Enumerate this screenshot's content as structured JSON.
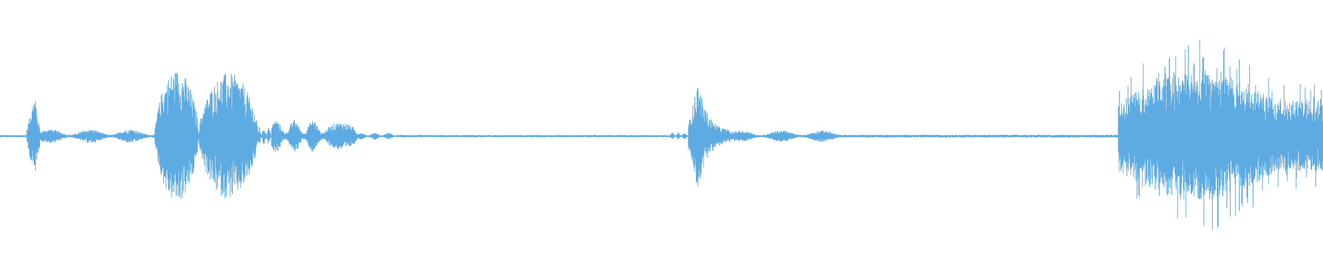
{
  "waveform": {
    "color": "#5DABE2",
    "background": "#FFFFFF",
    "baseline_amplitude": 0.01,
    "segments": [
      {
        "start": 0.0,
        "end": 0.02,
        "amp": 0.01,
        "kind": "flat"
      },
      {
        "start": 0.02,
        "end": 0.03,
        "amp": 0.35,
        "kind": "spike",
        "peak": 0.026
      },
      {
        "start": 0.03,
        "end": 0.117,
        "amp": 0.06,
        "kind": "noise"
      },
      {
        "start": 0.117,
        "end": 0.15,
        "amp": 0.55,
        "kind": "burst",
        "peak": 0.127
      },
      {
        "start": 0.15,
        "end": 0.195,
        "amp": 0.52,
        "kind": "burst",
        "peak": 0.172
      },
      {
        "start": 0.195,
        "end": 0.205,
        "amp": 0.08,
        "kind": "noise"
      },
      {
        "start": 0.205,
        "end": 0.245,
        "amp": 0.14,
        "kind": "noise"
      },
      {
        "start": 0.245,
        "end": 0.27,
        "amp": 0.1,
        "kind": "burst",
        "peak": 0.256
      },
      {
        "start": 0.27,
        "end": 0.3,
        "amp": 0.03,
        "kind": "noise"
      },
      {
        "start": 0.3,
        "end": 0.507,
        "amp": 0.01,
        "kind": "flat"
      },
      {
        "start": 0.507,
        "end": 0.52,
        "amp": 0.03,
        "kind": "noise"
      },
      {
        "start": 0.52,
        "end": 0.552,
        "amp": 0.45,
        "kind": "spike",
        "peak": 0.527
      },
      {
        "start": 0.552,
        "end": 0.64,
        "amp": 0.05,
        "kind": "noise"
      },
      {
        "start": 0.64,
        "end": 0.845,
        "amp": 0.012,
        "kind": "flat"
      },
      {
        "start": 0.845,
        "end": 1.0,
        "amp": 0.55,
        "kind": "dense",
        "peak": 0.9
      }
    ]
  }
}
